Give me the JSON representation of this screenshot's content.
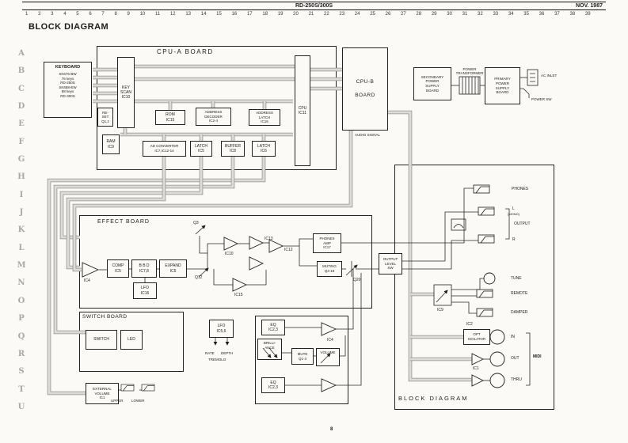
{
  "header": {
    "model": "RD-250S/300S",
    "date": "NOV. 1987"
  },
  "page_title": "BLOCK DIAGRAM",
  "caption": "BLOCK DIAGRAM",
  "page_number": "8",
  "grid": {
    "columns": [
      "1",
      "2",
      "3",
      "4",
      "5",
      "6",
      "7",
      "8",
      "9",
      "10",
      "11",
      "12",
      "13",
      "14",
      "15",
      "16",
      "17",
      "18",
      "19",
      "20",
      "21",
      "22",
      "23",
      "24",
      "25",
      "26",
      "27",
      "28",
      "29",
      "30",
      "31",
      "32",
      "33",
      "34",
      "35",
      "36",
      "37",
      "38",
      "39"
    ],
    "rows": [
      "A",
      "B",
      "C",
      "D",
      "E",
      "F",
      "G",
      "H",
      "I",
      "J",
      "K",
      "L",
      "M",
      "N",
      "O",
      "P",
      "Q",
      "R",
      "S",
      "T",
      "U"
    ]
  },
  "keyboard": {
    "title": "KEYBOARD",
    "models": "SK676-BW\n76 keys\nRD-250S\nSK688-EW\n88 keys\nRD-300S"
  },
  "cpu_a": {
    "title": "CPU-A BOARD",
    "reset": "RE-\nSET\nQ1,2",
    "key_scan": "KEY\nSCAN\nIC10",
    "ram": "RAM\nIC9",
    "rom": "ROM\nIC15",
    "address_decoder": "ADDRESS\nDECODER\nIC2-4",
    "address_latch": "ADDRESS\nLATCH\nIC16",
    "ad_converter": "AD CONVERTER\nIC7,IC12-14",
    "latch_a": "LATCH\nIC5",
    "buffer": "BUFFER\nIC8",
    "latch_b": "LATCH\nIC6",
    "cpu": "CPU\nIC11"
  },
  "cpu_b": {
    "title": "CPU-B\n\nBOARD"
  },
  "audio_signal": "AUDIO SIGNAL",
  "power": {
    "secondary": "SECONDARY\nPOWER\nSUPPLY\nBOARD",
    "transformer": "POWER\nTRANSFORMER",
    "primary": "PRIMARY\nPOWER\nSUPPLY\nBOARD",
    "ac_inlet": "AC INLET",
    "power_sw": "POWER SW"
  },
  "effect_board": {
    "title": "EFFECT BOARD",
    "ic4": "IC4",
    "comp": "COMP\nIC5",
    "bbd": "B B D\nIC7,8",
    "expand": "EXPAND\nIC5",
    "lfo": "LFO\nIC16",
    "q3": "Q3",
    "ic10": "IC10",
    "ic13": "IC13",
    "ic12": "IC12",
    "q12": "Q12",
    "ic15": "IC15",
    "phones_amp": "PHONES\nAMP\nIC17",
    "muting": "MUTING\nQ4-18",
    "q20": "Q20",
    "output_level": "OUTPUT\nLEVEL\nSW"
  },
  "switch_board": {
    "title": "SWITCH BOARD",
    "switch": "SWITCH",
    "led": "LED",
    "lfo": "LFO\nIC5,6",
    "rate": "RATE",
    "depth": "DEPTH",
    "tremolo": "TREMOLO",
    "eq_a": "EQ\nIC2,3",
    "brilliance": "BRILLI-\nANCE",
    "mute": "MUTE\nQ1-3",
    "volume": "VOLUME",
    "ic4": "IC4",
    "eq_b": "EQ\nIC2,3"
  },
  "external_volume": {
    "label": "EXTERNAL\nVOLUME\nIC1",
    "upper": "UPPER",
    "lower": "LOWER"
  },
  "io_panel": {
    "phones": "PHONES",
    "l": "L",
    "mono": "(MONO)",
    "output": "OUTPUT",
    "r": "R",
    "tune": "TUNE",
    "remote": "REMOTE",
    "damper": "DAMPER",
    "ic9": "IC9",
    "ic2": "IC2",
    "opt_isolator": "OPT\nISOLATOR",
    "midi_in": "IN",
    "midi_out": "OUT",
    "midi_thru": "THRU",
    "midi": "MIDI",
    "ic1": "IC1"
  },
  "colors": {
    "paper": "#fbfaf7",
    "ink": "#1c1c1c",
    "bus_fill": "#dedcd6",
    "bus_edge": "#8f8f8f",
    "grid_label": "#a9a9a9"
  }
}
